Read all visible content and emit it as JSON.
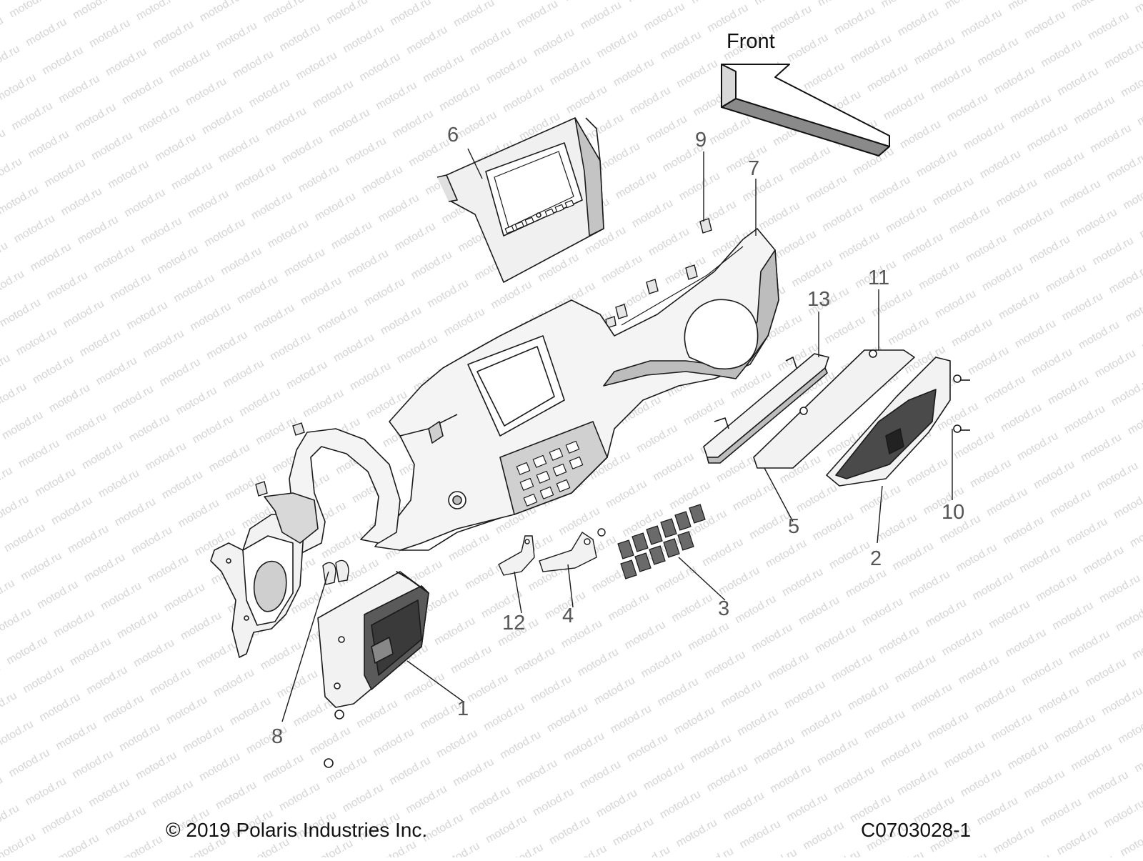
{
  "diagram": {
    "direction_label": "Front",
    "copyright": "© 2019 Polaris Industries Inc.",
    "figure_code": "C0703028-1",
    "watermark": "motod.ru",
    "callouts": [
      {
        "id": "1",
        "label": "1"
      },
      {
        "id": "2",
        "label": "2"
      },
      {
        "id": "3",
        "label": "3"
      },
      {
        "id": "4",
        "label": "4"
      },
      {
        "id": "5",
        "label": "5"
      },
      {
        "id": "6",
        "label": "6"
      },
      {
        "id": "7",
        "label": "7"
      },
      {
        "id": "8",
        "label": "8"
      },
      {
        "id": "9",
        "label": "9"
      },
      {
        "id": "10",
        "label": "10"
      },
      {
        "id": "11",
        "label": "11"
      },
      {
        "id": "12",
        "label": "12"
      },
      {
        "id": "13",
        "label": "13"
      }
    ]
  },
  "colors": {
    "line": "#1a1a1a",
    "callout_text": "#555555",
    "part_fill": "#f2f2f2",
    "part_shade": "#b5b5b5",
    "dark_panel": "#3a3a3a",
    "watermark": "#cfcfcf"
  }
}
